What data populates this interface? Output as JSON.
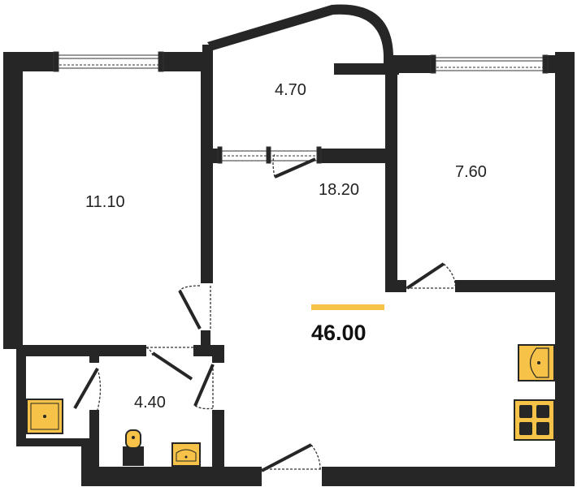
{
  "plan": {
    "total_area": "46.00",
    "accent_color": "#f6c247",
    "wall_color": "#262626",
    "rooms": [
      {
        "id": "room-left-bedroom",
        "area": "11.10"
      },
      {
        "id": "room-balcony",
        "area": "4.70"
      },
      {
        "id": "room-living",
        "area": "18.20"
      },
      {
        "id": "room-right-bedroom",
        "area": "7.60"
      },
      {
        "id": "room-bathroom",
        "area": "4.40"
      }
    ],
    "fixtures": [
      "shower-tray-icon",
      "toilet-icon",
      "washbasin-icon",
      "kitchen-sink-icon",
      "stove-icon"
    ]
  }
}
